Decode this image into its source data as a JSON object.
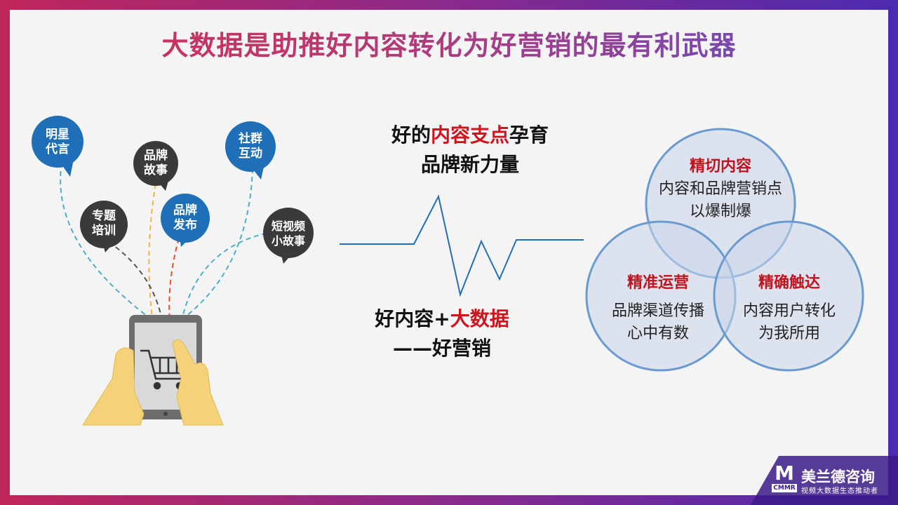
{
  "title": "大数据是助推好内容转化为好营销的最有利武器",
  "bubbles": [
    {
      "line1": "明星",
      "line2": "代言",
      "color": "#1f6eb8"
    },
    {
      "line1": "品牌",
      "line2": "故事",
      "color": "#3a3a3a"
    },
    {
      "line1": "社群",
      "line2": "互动",
      "color": "#1f6eb8"
    },
    {
      "line1": "专题",
      "line2": "培训",
      "color": "#3a3a3a"
    },
    {
      "line1": "品牌",
      "line2": "发布",
      "color": "#1f6eb8"
    },
    {
      "line1": "短视频",
      "line2": "小故事",
      "color": "#3a3a3a"
    }
  ],
  "middle": {
    "top_pre": "好的",
    "top_hl": "内容支点",
    "top_post": "孕育",
    "top_line2": "品牌新力量",
    "bottom_pre": "好内容+",
    "bottom_hl": "大数据",
    "bottom_line2": "——好营销"
  },
  "venn": {
    "top": {
      "title": "精切内容",
      "line1": "内容和品牌营销点",
      "line2": "以爆制爆"
    },
    "left": {
      "title": "精准运营",
      "line1": "品牌渠道传播",
      "line2": "心中有数"
    },
    "right": {
      "title": "精确触达",
      "line1": "内容用户转化",
      "line2": "为我所用"
    }
  },
  "logo": {
    "name": "美兰德咨询",
    "mark": "M",
    "sub_mark": "CMMR",
    "tagline": "视频大数据生态推动者"
  },
  "colors": {
    "accent_red": "#d0141e",
    "circle": "#6a9bd0",
    "blue": "#1f6eb8"
  }
}
